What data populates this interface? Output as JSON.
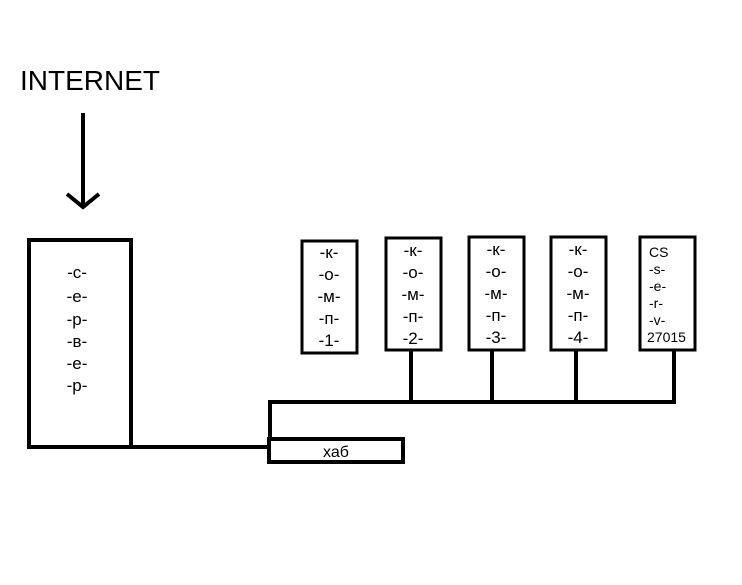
{
  "colors": {
    "ink": "#000000",
    "background": "#ffffff"
  },
  "internet": {
    "label": "INTERNET"
  },
  "server": {
    "lines": [
      "-с-",
      "-е-",
      "-р-",
      "-в-",
      "-е-",
      "-р-"
    ]
  },
  "hub": {
    "label": "хаб"
  },
  "computers": [
    {
      "lines": [
        "-к-",
        "-о-",
        "-м-",
        "-п-",
        "-1-"
      ]
    },
    {
      "lines": [
        "-к-",
        "-о-",
        "-м-",
        "-п-",
        "-2-"
      ]
    },
    {
      "lines": [
        "-к-",
        "-о-",
        "-м-",
        "-п-",
        "-3-"
      ]
    },
    {
      "lines": [
        "-к-",
        "-о-",
        "-м-",
        "-п-",
        "-4-"
      ]
    }
  ],
  "cs_server": {
    "lines": [
      "CS",
      "-s-",
      "-e-",
      "-r-",
      "-v-",
      "27015"
    ]
  }
}
